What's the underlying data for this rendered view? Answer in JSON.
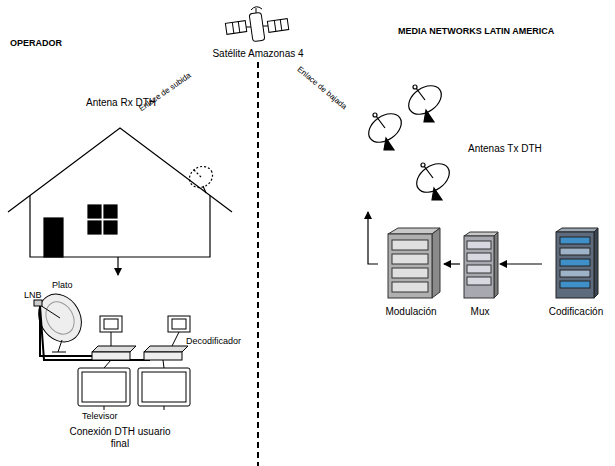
{
  "diagram": {
    "nodes": [
      {
        "text": [
          "Antena Rx DTH"
        ]
      },
      {
        "text": [
          "Conexión DTH usuario final"
        ]
      },
      {
        "text": [
          "Antenas Tx DTH"
        ]
      },
      {
        "text": [
          "Modulación"
        ]
      },
      {
        "text": [
          "Mux"
        ]
      },
      {
        "text": [
          "Codificación"
        ]
      },
      {
        "text": [
          "Satélite Amazonas 4"
        ]
      }
    ],
    "edges": [
      {
        "from": 0,
        "to": 1,
        "arrow": "to"
      },
      {
        "from": 5,
        "to": 4,
        "arrow": "to"
      },
      {
        "from": 4,
        "to": 3,
        "arrow": "to"
      },
      {
        "from": 3,
        "to": 2,
        "arrow": "to"
      }
    ],
    "labels": [
      "OPERADOR",
      "MEDIA NETWORKS LATIN AMERICA",
      "Enlace de subida",
      "Enlace de bajada",
      "LNB",
      "Plato",
      "Decodificador",
      "Televisor"
    ]
  }
}
